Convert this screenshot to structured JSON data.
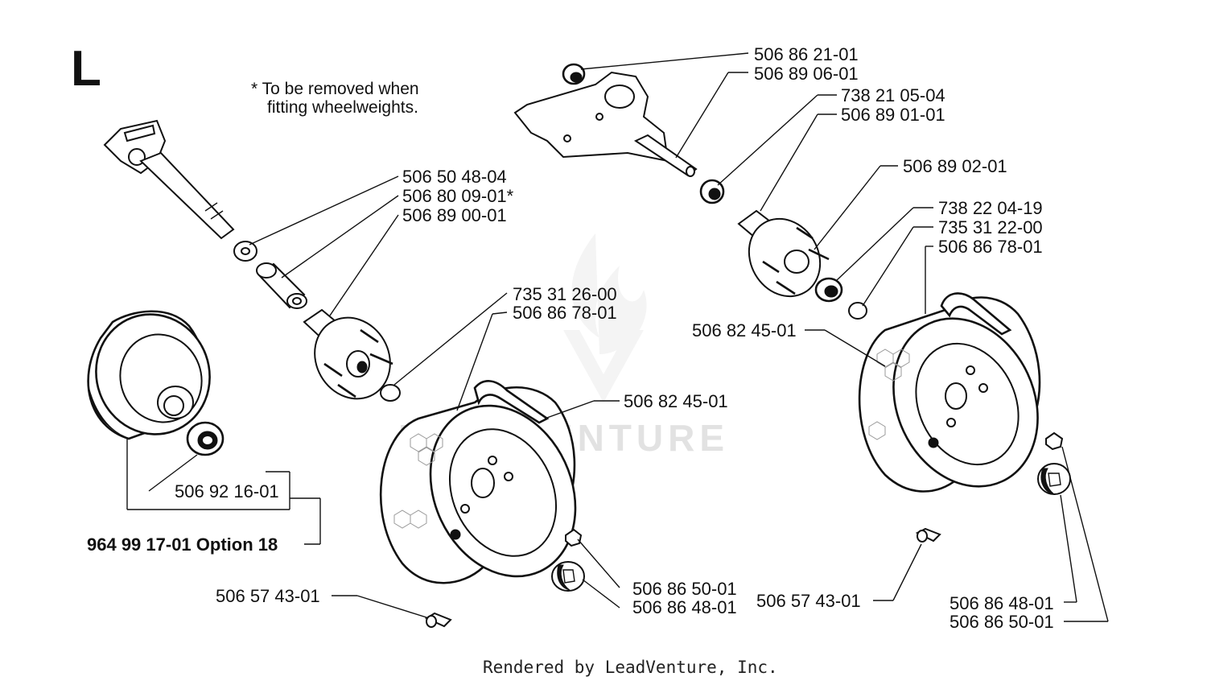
{
  "section_letter": "L",
  "note": {
    "line1": "* To be removed when",
    "line2": "fitting wheelweights."
  },
  "left": {
    "pn_1": "506 50 48-04",
    "pn_2": "506 80 09-01*",
    "pn_3": "506 89 00-01",
    "pn_4": "735 31 26-00",
    "pn_5": "506 86 78-01",
    "pn_6": "506 82 45-01",
    "pn_7": "506 86 50-01",
    "pn_8": "506 86 48-01",
    "pn_9": "506 57 43-01"
  },
  "weight_kit": {
    "bearing": "506 92 16-01",
    "kit_label": "964 99 17-01 Option 18"
  },
  "right": {
    "pn_1": "506 86 21-01",
    "pn_2": "506 89 06-01",
    "pn_3": "738 21 05-04",
    "pn_4": "506 89 01-01",
    "pn_5": "506 89 02-01",
    "pn_6": "738 22 04-19",
    "pn_7": "735 31 22-00",
    "pn_8": "506 86 78-01",
    "pn_9": "506 82 45-01",
    "pn_10": "506 57 43-01",
    "pn_11": "506 86 48-01",
    "pn_12": "506 86 50-01"
  },
  "watermark": "LEADVENTURE",
  "footer": "Rendered by LeadVenture, Inc."
}
